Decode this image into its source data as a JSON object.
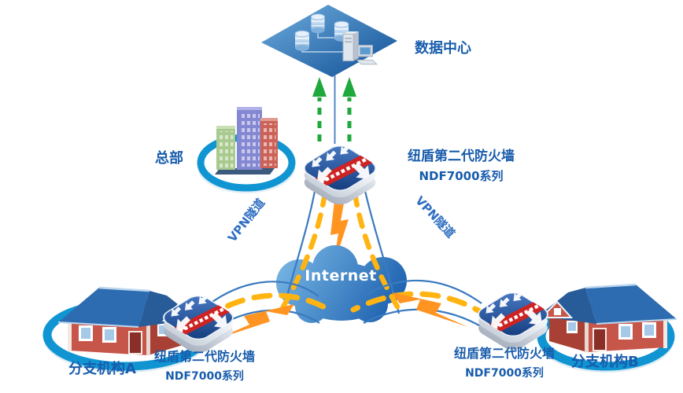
{
  "nodes": {
    "datacenter": {
      "label": "数据中心"
    },
    "headquarters": {
      "label": "总部"
    },
    "internet": {
      "label": "Internet"
    },
    "central_firewall": {
      "name": "纽盾第二代防火墙",
      "series": "NDF7000系列"
    },
    "branch_a": {
      "label": "分支机构A"
    },
    "branch_a_firewall": {
      "name": "纽盾第二代防火墙",
      "series": "NDF7000系列"
    },
    "branch_b": {
      "label": "分支机构B"
    },
    "branch_b_firewall": {
      "name": "纽盾第二代防火墙",
      "series": "NDF7000系列"
    },
    "vpn_left": {
      "label": "VPN隧道"
    },
    "vpn_right": {
      "label": "VPN隧道"
    }
  },
  "colors": {
    "label_blue": "#185CAC",
    "vpn_label_blue": "#2F6FC1",
    "arrow_green": "#1FA83C",
    "tunnel_yellow": "#FFB411",
    "lightning_orange": "#FF9421",
    "ring_teal": "#1095D2",
    "cloud_blue": "#1A5FAE",
    "firewall_top_blue": "#123A7C",
    "firewall_stripe_red": "#CE2323",
    "road_line_blue": "#3A7ABF"
  }
}
